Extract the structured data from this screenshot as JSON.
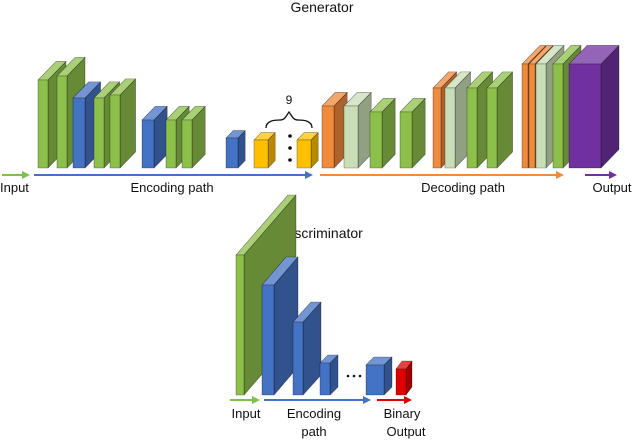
{
  "generator": {
    "title": "Generator",
    "labels": {
      "input": "Input",
      "encoding": "Encoding path",
      "decoding": "Decoding path",
      "output": "Output",
      "repeat_count": "9"
    }
  },
  "discriminator": {
    "title": "Discriminator",
    "labels": {
      "input": "Input",
      "encoding_line1": "Encoding",
      "encoding_line2": "path",
      "binary_line1": "Binary",
      "binary_line2": "Output"
    }
  },
  "colors": {
    "green": "#8DC04A",
    "blue": "#4472C4",
    "yellow": "#FFC000",
    "orange": "#F08A3C",
    "pale_green": "#C9DEB6",
    "purple": "#7030A0",
    "red": "#E00000",
    "arrow_input": "#7CC24A",
    "arrow_encoding": "#4472C4",
    "arrow_decoding": "#F08A3C",
    "arrow_output": "#7030A0",
    "arrow_binary": "#E00000"
  }
}
